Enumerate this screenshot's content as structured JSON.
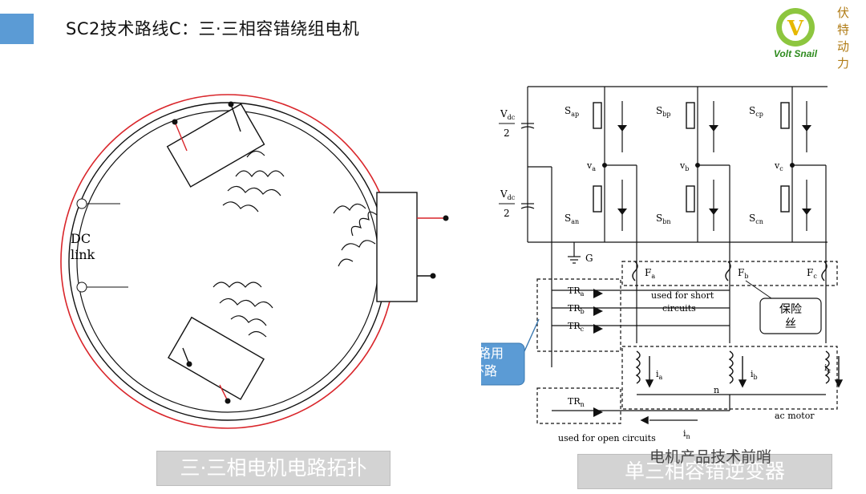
{
  "header": {
    "title": "SC2技术路线C：三·三相容错绕组电机"
  },
  "logo": {
    "brand": "Volt Snail",
    "chinese": "伏特动力",
    "mark": "V"
  },
  "left_diagram": {
    "dc_label_1": "DC",
    "dc_label_2": "link",
    "caption": "三·三相电机电路拓扑"
  },
  "right_diagram": {
    "vdc_top_num": "V",
    "vdc_sub": "dc",
    "vdc_den": "2",
    "switches": [
      "S",
      "S",
      "S",
      "S",
      "S",
      "S"
    ],
    "switch_subs": [
      "ap",
      "bp",
      "cp",
      "an",
      "bn",
      "cn"
    ],
    "node_labels": [
      "v",
      "v",
      "v"
    ],
    "node_subs": [
      "a",
      "b",
      "c"
    ],
    "ground": "G",
    "fuses": [
      "F",
      "F",
      "F"
    ],
    "fuse_subs": [
      "a",
      "b",
      "c"
    ],
    "triacs": [
      "TR",
      "TR",
      "TR",
      "TR"
    ],
    "triac_subs": [
      "a",
      "b",
      "c",
      "n"
    ],
    "short_note_1": "used for short",
    "short_note_2": "circuits",
    "fuse_callout_1": "保险",
    "fuse_callout_2": "丝",
    "loop_callout_1": "短路用",
    "loop_callout_2": "环路",
    "currents": [
      "i",
      "i",
      "i"
    ],
    "current_subs": [
      "a",
      "b",
      "c"
    ],
    "neutral": "n",
    "motor_label": "ac motor",
    "neutral_current": "i",
    "neutral_current_sub": "n",
    "open_note": "used for open circuits",
    "caption": "单三相容错逆变器"
  },
  "watermark": "电机产品技术前哨",
  "colors": {
    "accent": "#5b9bd5",
    "callout_fill": "#5b9bd5",
    "caption_bg": "#d3d3d3",
    "ring_red": "#d9252a"
  }
}
